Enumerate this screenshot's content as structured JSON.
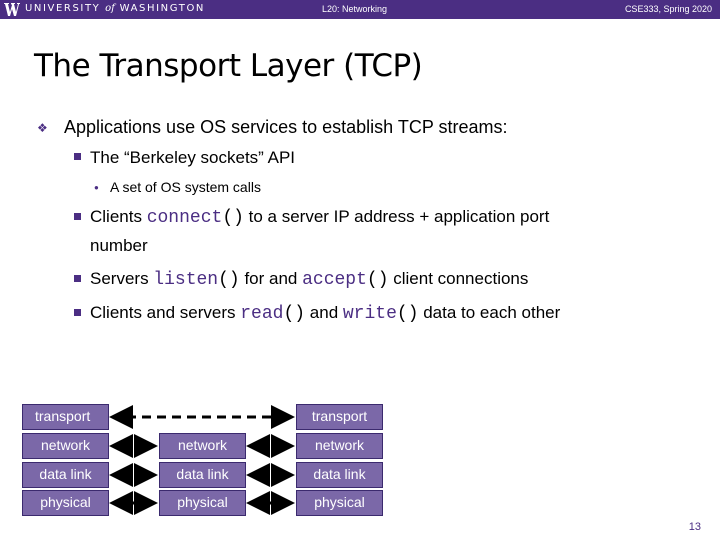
{
  "header": {
    "university_label": "UNIVERSITY",
    "university_of": "of",
    "university_name": "WASHINGTON",
    "lecture": "L20: Networking",
    "course": "CSE333, Spring 2020"
  },
  "title": "The Transport Layer (TCP)",
  "bullets": {
    "main": "Applications use OS services to establish TCP streams:",
    "sub1": "The “Berkeley sockets” API",
    "sub1_detail": "A set of OS system calls",
    "sub2_a": "Clients ",
    "sub2_code": "connect",
    "sub2_parens": "()",
    "sub2_b": " to a server IP address + application port",
    "sub2_c": "number",
    "sub3_a": "Servers ",
    "sub3_code1": "listen",
    "sub3_parens1": "()",
    "sub3_b": " for and ",
    "sub3_code2": "accept",
    "sub3_parens2": "()",
    "sub3_c": " client connections",
    "sub4_a": "Clients and servers ",
    "sub4_code1": "read",
    "sub4_parens1": "()",
    "sub4_b": " and ",
    "sub4_code2": "write",
    "sub4_parens2": "()",
    "sub4_c": " data to each other"
  },
  "diagram": {
    "left": [
      "transport",
      "network",
      "data link",
      "physical"
    ],
    "middle": [
      "network",
      "data link",
      "physical"
    ],
    "right": [
      "transport",
      "network",
      "data link",
      "physical"
    ]
  },
  "colors": {
    "brand": "#4b2e83",
    "box": "#7b68a8"
  },
  "page_number": "13"
}
